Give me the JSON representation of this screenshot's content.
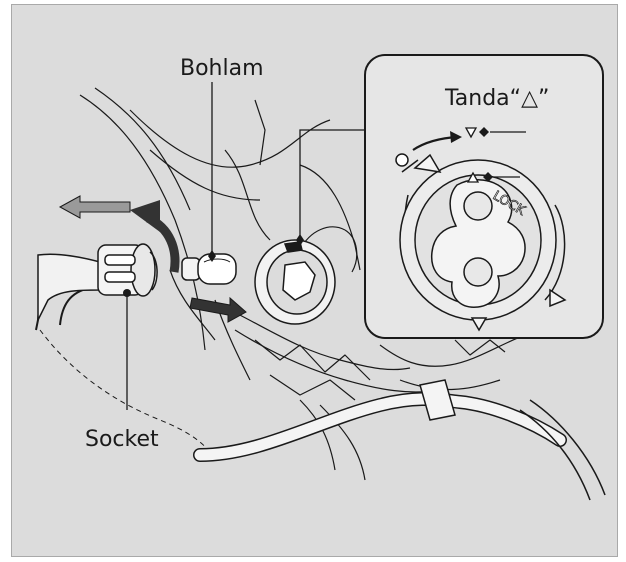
{
  "labels": {
    "bulb": "Bohlam",
    "socket": "Socket",
    "mark": "Tanda“△”",
    "lock": "LOCK"
  },
  "colors": {
    "background": "#dcdcdc",
    "line": "#1a1a1a",
    "arrow_gray": "#9a9a9a",
    "arrow_dark": "#333333",
    "inset_fill": "#e6e6e6"
  }
}
